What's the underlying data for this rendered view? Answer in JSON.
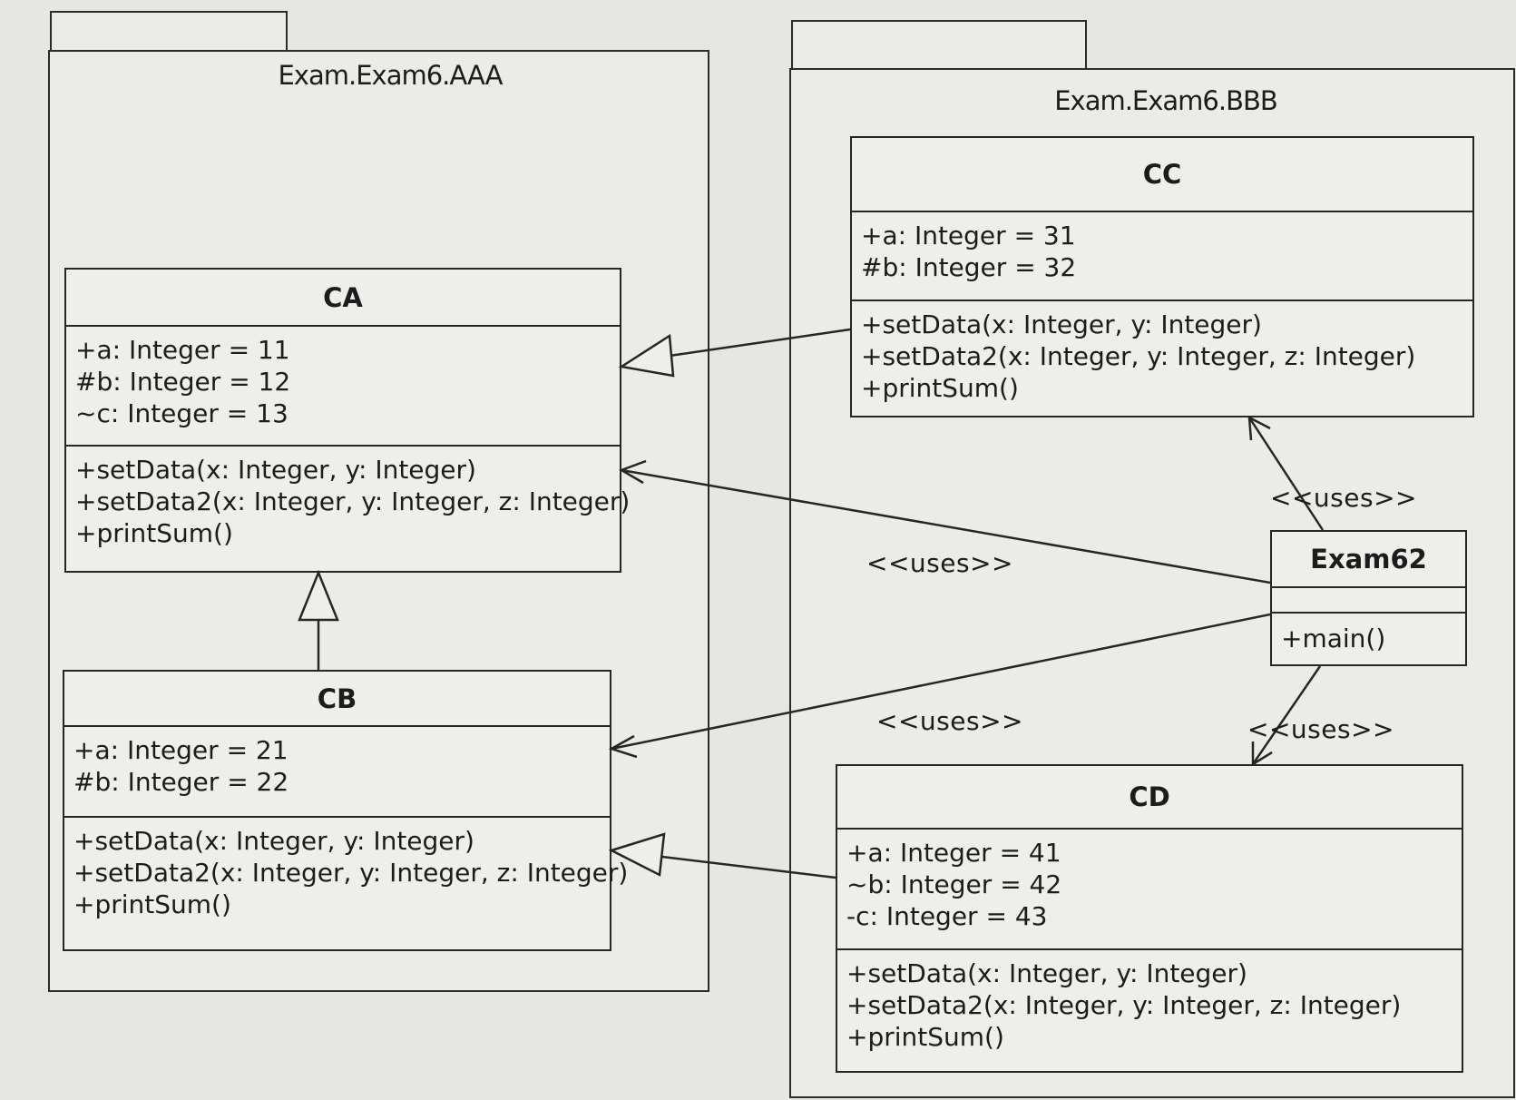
{
  "packages": {
    "aaa": {
      "name": "Exam.Exam6.AAA"
    },
    "bbb": {
      "name": "Exam.Exam6.BBB"
    }
  },
  "classes": {
    "ca": {
      "name": "CA",
      "attributes": [
        "+a: Integer = 11",
        "#b: Integer = 12",
        "~c: Integer = 13"
      ],
      "operations": [
        "+setData(x: Integer, y: Integer)",
        "+setData2(x: Integer, y: Integer, z: Integer)",
        "+printSum()"
      ]
    },
    "cb": {
      "name": "CB",
      "attributes": [
        "+a: Integer = 21",
        "#b: Integer = 22"
      ],
      "operations": [
        "+setData(x: Integer, y: Integer)",
        "+setData2(x: Integer, y: Integer, z: Integer)",
        "+printSum()"
      ]
    },
    "cc": {
      "name": "CC",
      "attributes": [
        "+a: Integer = 31",
        "#b: Integer = 32"
      ],
      "operations": [
        "+setData(x: Integer, y: Integer)",
        "+setData2(x: Integer, y: Integer, z: Integer)",
        "+printSum()"
      ]
    },
    "cd": {
      "name": "CD",
      "attributes": [
        "+a: Integer = 41",
        "~b: Integer = 42",
        "-c: Integer = 43"
      ],
      "operations": [
        "+setData(x: Integer, y: Integer)",
        "+setData2(x: Integer, y: Integer, z: Integer)",
        "+printSum()"
      ]
    },
    "exam62": {
      "name": "Exam62",
      "attributes": [],
      "operations": [
        "+main()"
      ]
    }
  },
  "relations": {
    "cb_extends_ca": {
      "type": "generalization"
    },
    "cc_extends_ca": {
      "type": "generalization"
    },
    "cd_extends_cb": {
      "type": "generalization"
    },
    "exam62_uses_ca": {
      "type": "dependency",
      "label": "<<uses>>"
    },
    "exam62_uses_cb": {
      "type": "dependency",
      "label": "<<uses>>"
    },
    "exam62_uses_cc": {
      "type": "dependency",
      "label": "<<uses>>"
    },
    "exam62_uses_cd": {
      "type": "dependency",
      "label": "<<uses>>"
    }
  }
}
